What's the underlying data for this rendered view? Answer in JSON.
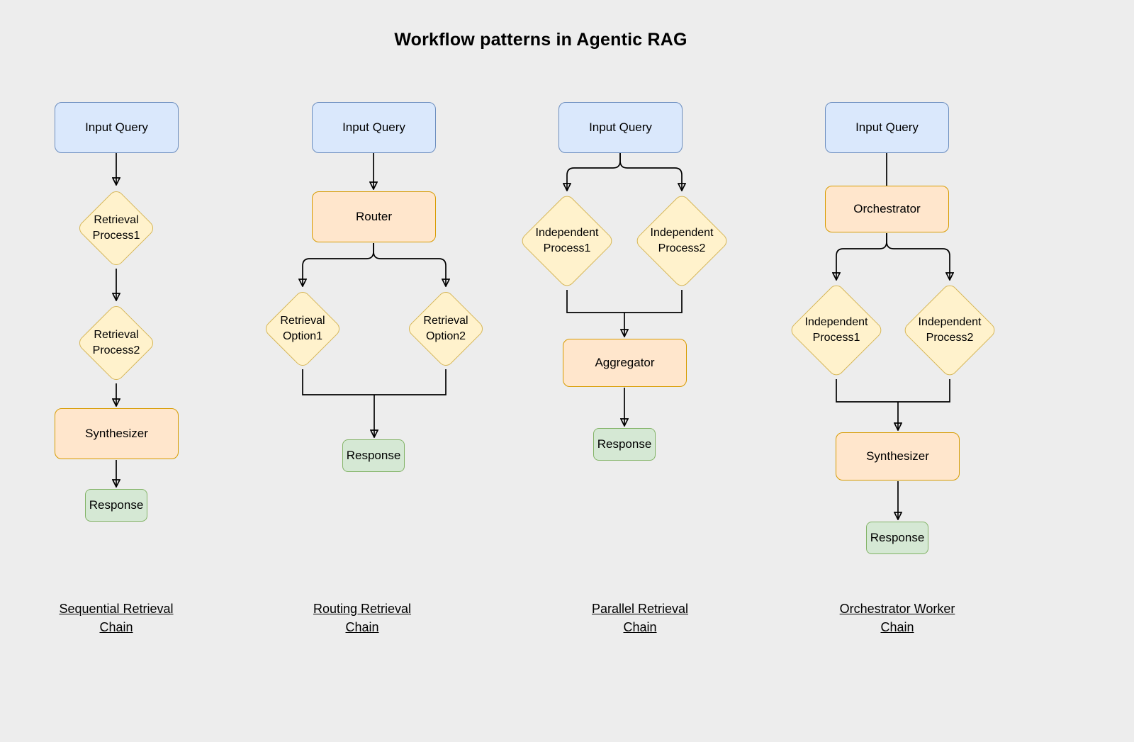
{
  "title": "Workflow patterns in Agentic RAG",
  "colors": {
    "background": "#ededed",
    "input_node_fill": "#dae8fc",
    "input_node_border": "#6c8ebf",
    "process_diamond_fill": "#fff2cc",
    "process_diamond_border": "#d6b656",
    "worker_node_fill": "#ffe6cc",
    "worker_node_border": "#d79b00",
    "response_node_fill": "#d5e8d4",
    "response_node_border": "#82b366",
    "connector": "#000000",
    "text": "#000000"
  },
  "chains": [
    {
      "caption": [
        "Sequential Retrieval",
        "Chain"
      ],
      "nodes": {
        "input_query": "Input Query",
        "process1": [
          "Retrieval",
          "Process1"
        ],
        "process2": [
          "Retrieval",
          "Process2"
        ],
        "synthesizer": "Synthesizer",
        "response": "Response"
      }
    },
    {
      "caption": [
        "Routing Retrieval",
        "Chain"
      ],
      "nodes": {
        "input_query": "Input Query",
        "router": "Router",
        "option1": [
          "Retrieval",
          "Option1"
        ],
        "option2": [
          "Retrieval",
          "Option2"
        ],
        "response": "Response"
      }
    },
    {
      "caption": [
        "Parallel Retrieval",
        "Chain"
      ],
      "nodes": {
        "input_query": "Input Query",
        "process1": [
          "Independent",
          "Process1"
        ],
        "process2": [
          "Independent",
          "Process2"
        ],
        "aggregator": "Aggregator",
        "response": "Response"
      }
    },
    {
      "caption": [
        "Orchestrator Worker",
        "Chain"
      ],
      "nodes": {
        "input_query": "Input Query",
        "orchestrator": "Orchestrator",
        "process1": [
          "Independent",
          "Process1"
        ],
        "process2": [
          "Independent",
          "Process2"
        ],
        "synthesizer": "Synthesizer",
        "response": "Response"
      }
    }
  ]
}
